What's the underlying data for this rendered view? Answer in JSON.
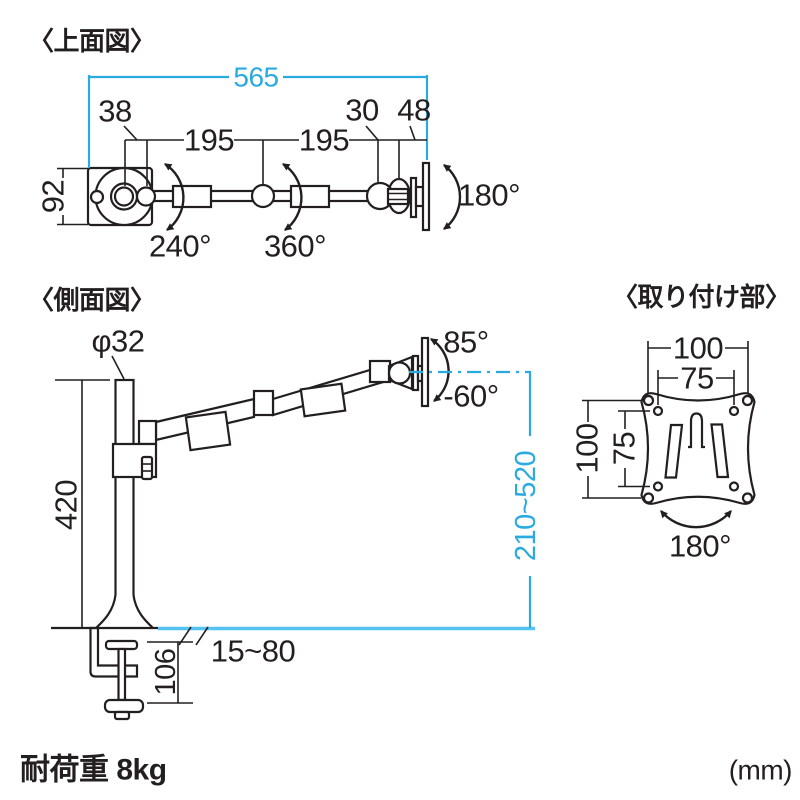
{
  "titles": {
    "top_view": "〈上面図〉",
    "side_view": "〈側面図〉",
    "mount_view": "〈取り付け部〉"
  },
  "footer": {
    "load_label": "耐荷重 8kg",
    "unit_label": "(mm)"
  },
  "top_view": {
    "dim_565": "565",
    "dim_38": "38",
    "dim_195a": "195",
    "dim_195b": "195",
    "dim_30": "30",
    "dim_48": "48",
    "dim_92": "92",
    "angle_240": "240°",
    "angle_360": "360°",
    "angle_180": "180°"
  },
  "side_view": {
    "dim_phi32": "φ32",
    "dim_420": "420",
    "dim_range": "210~520",
    "dim_desk": "15~80",
    "dim_106": "106",
    "angle_85": "85°",
    "angle_minus60": "-60°"
  },
  "mount_view": {
    "dim_100_top": "100",
    "dim_75_top": "75",
    "dim_100_left": "100",
    "dim_75_left": "75",
    "angle_180": "180°"
  },
  "colors": {
    "line": "#231f20",
    "accent_cyan": "#29abe2",
    "desk_cyan": "#54c3f1"
  }
}
